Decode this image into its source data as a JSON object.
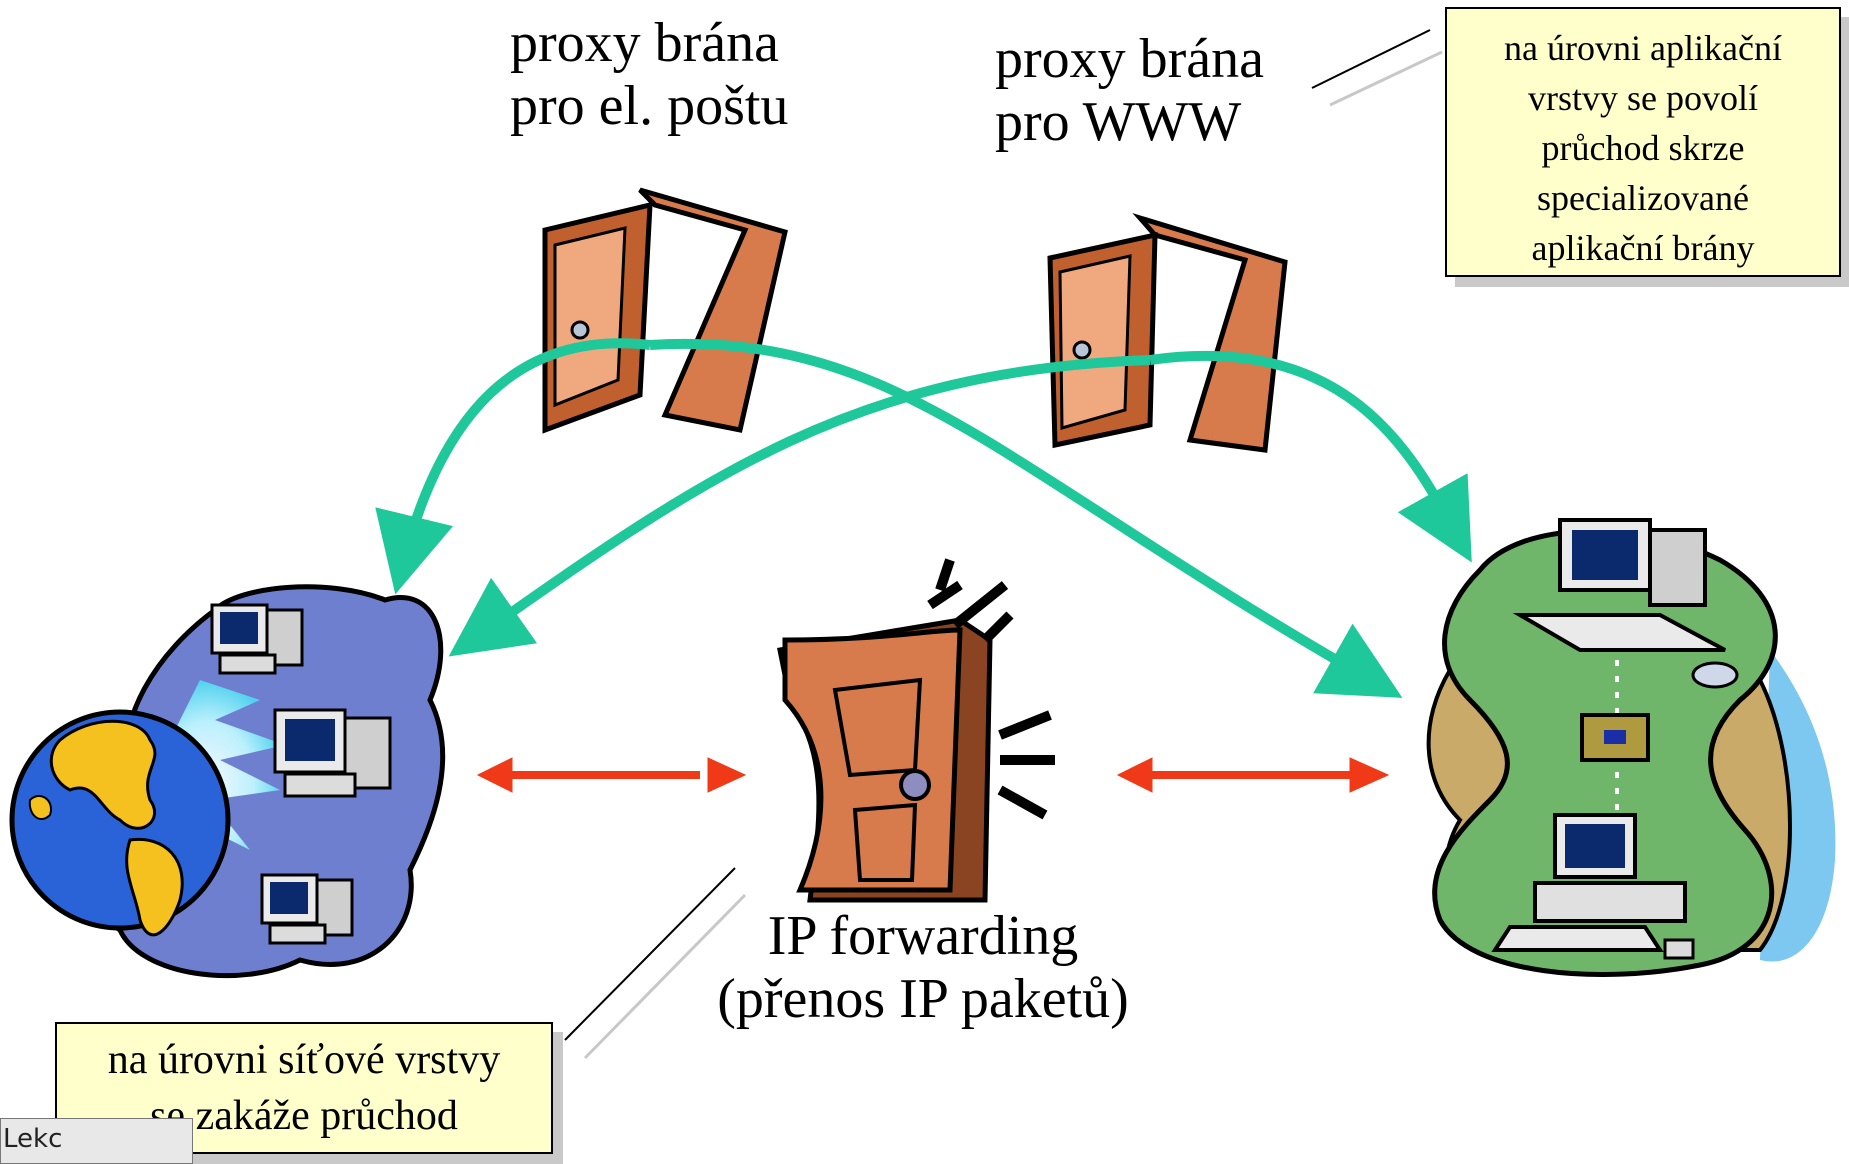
{
  "labels": {
    "proxy_mail_line1": "proxy brána",
    "proxy_mail_line2": "pro el. poštu",
    "proxy_www_line1": "proxy brána",
    "proxy_www_line2": "pro WWW",
    "ip_forwarding_line1": "IP forwarding",
    "ip_forwarding_line2": "(přenos IP paketů)"
  },
  "callouts": {
    "application_layer": [
      "na úrovni aplikační",
      "vrstvy se povolí",
      "průchod skrze",
      "specializované",
      "aplikační brány"
    ],
    "network_layer": [
      "na úrovni síťové vrstvy",
      "se zakáže průchod"
    ]
  },
  "footer": {
    "tab_text": "Lekc"
  },
  "colors": {
    "proxy_arrow": "#1fc89a",
    "ip_arrow": "#f03a17",
    "callout_fill": "#ffffcc",
    "internet_cloud": "#6f7fd0",
    "local_network": "#6fb56a",
    "door": "#d77a4c"
  },
  "icons": [
    "globe-icon",
    "computer-icon",
    "open-door-icon",
    "closed-door-icon",
    "local-network-icon"
  ]
}
